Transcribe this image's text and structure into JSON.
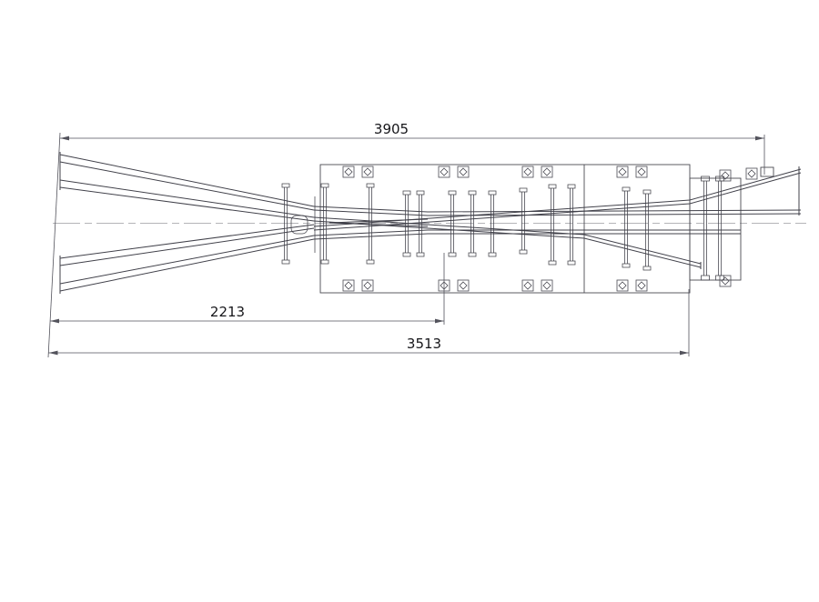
{
  "dimensions": {
    "overall": "3905",
    "inner": "2213",
    "plate": "3513"
  },
  "colors": {
    "line": "#41414a",
    "dimension": "#53535c",
    "background": "#ffffff"
  }
}
